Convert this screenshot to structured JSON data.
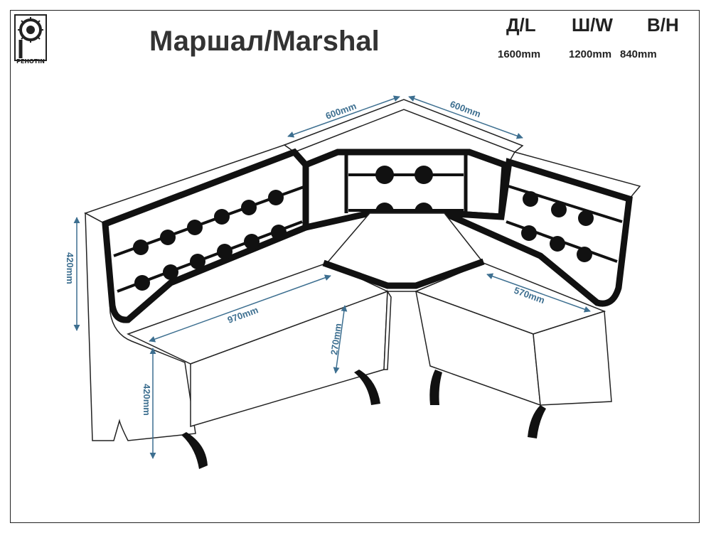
{
  "logo": {
    "brand": "PEHOTIN"
  },
  "title": "Маршал/Marshal",
  "overall_dimensions": [
    {
      "label": "Д/L",
      "value": "1600mm"
    },
    {
      "label": "Ш/W",
      "value": "1200mm"
    },
    {
      "label": "В/Н",
      "value": "840mm"
    }
  ],
  "annotations": {
    "back_left": "600mm",
    "back_right": "600mm",
    "backrest_height": "420mm",
    "seat_height": "420mm",
    "left_seat_length": "970mm",
    "right_seat_length": "570mm",
    "seat_depth": "270mm"
  },
  "colors": {
    "dimension": "#3d6f90",
    "upholstery": "#111111",
    "outline": "#222222"
  }
}
